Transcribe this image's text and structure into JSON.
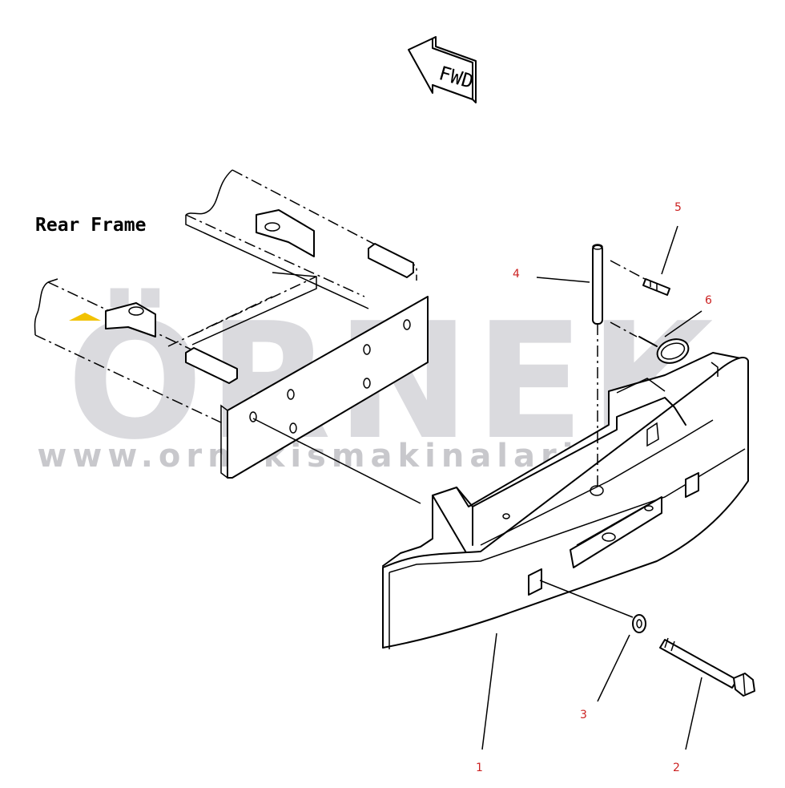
{
  "diagram": {
    "frame_label": "Rear Frame",
    "direction_label": "FWD",
    "watermark": {
      "brand": "ÖRNEK",
      "url": "www.ornekismakinalari.com.tr",
      "color": "#c8c8cc"
    },
    "callouts": [
      {
        "id": "1",
        "label": "1"
      },
      {
        "id": "2",
        "label": "2"
      },
      {
        "id": "3",
        "label": "3"
      },
      {
        "id": "4",
        "label": "4"
      },
      {
        "id": "5",
        "label": "5"
      },
      {
        "id": "6",
        "label": "6"
      }
    ],
    "colors": {
      "line": "#000000",
      "callout": "#cc2222",
      "accent": "#f2c200"
    }
  }
}
